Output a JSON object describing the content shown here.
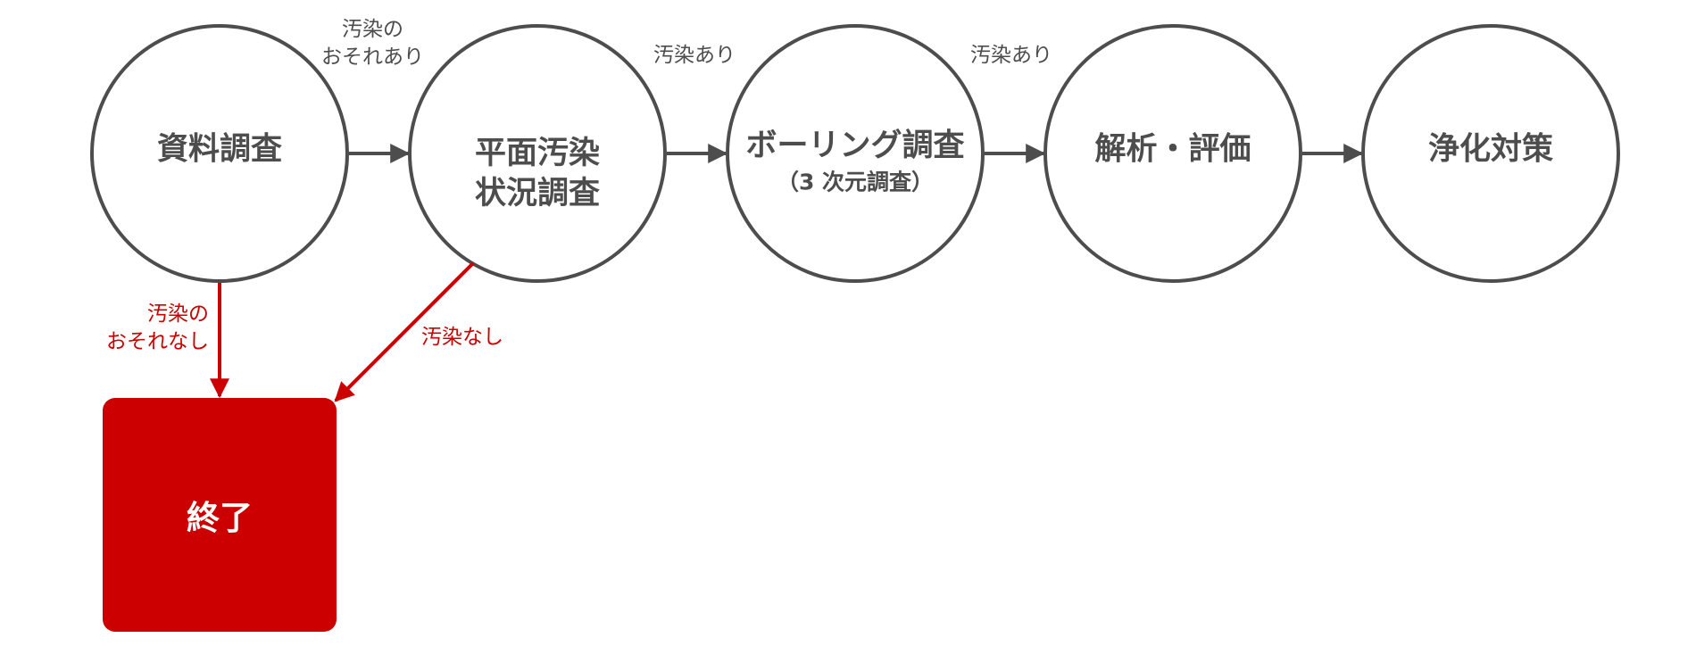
{
  "colors": {
    "node_stroke": "#4d4d4d",
    "text": "#4d4d4d",
    "end_fill": "#cc0000",
    "end_text": "#ffffff",
    "no_contamination_path": "#cc0000"
  },
  "nodes": [
    {
      "id": "document",
      "label": "資料調査",
      "sub": ""
    },
    {
      "id": "surface",
      "label": "平面汚染\n状況調査",
      "sub": ""
    },
    {
      "id": "boring",
      "label": "ボーリング調査",
      "sub": "（3 次元調査）"
    },
    {
      "id": "analysis",
      "label": "解析・評価",
      "sub": ""
    },
    {
      "id": "remediation",
      "label": "浄化対策",
      "sub": ""
    }
  ],
  "edges": [
    {
      "from": "document",
      "to": "surface",
      "label": "汚染の\nおそれあり"
    },
    {
      "from": "surface",
      "to": "boring",
      "label": "汚染あり"
    },
    {
      "from": "boring",
      "to": "analysis",
      "label": "汚染あり"
    },
    {
      "from": "analysis",
      "to": "remediation",
      "label": ""
    },
    {
      "from": "document",
      "to": "end",
      "label": "汚染の\nおそれなし"
    },
    {
      "from": "surface",
      "to": "end",
      "label": "汚染なし"
    }
  ],
  "end": {
    "label": "終了"
  }
}
